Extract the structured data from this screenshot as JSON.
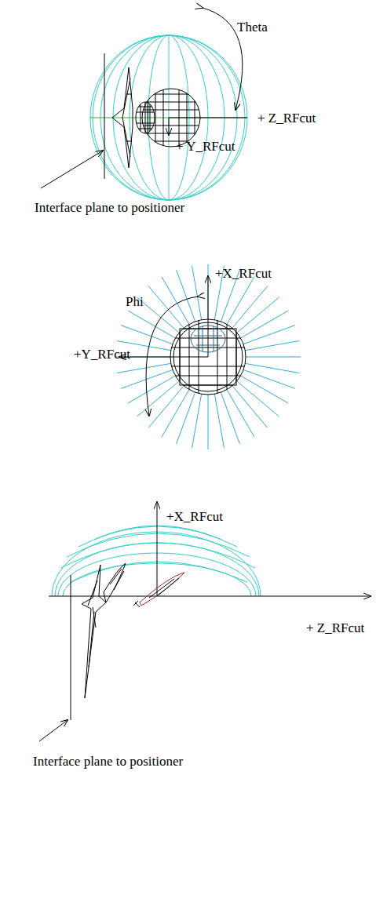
{
  "diagram": {
    "labels": [
      "Theta",
      "+ Z_RFcut",
      "+ Y_RFcut",
      "Interface plane to positioner",
      "+X_RFcut",
      "Phi",
      "+Y_RFcut",
      "+X_RFcut",
      "+ Z_RFcut",
      "Interface plane to positioner"
    ]
  }
}
